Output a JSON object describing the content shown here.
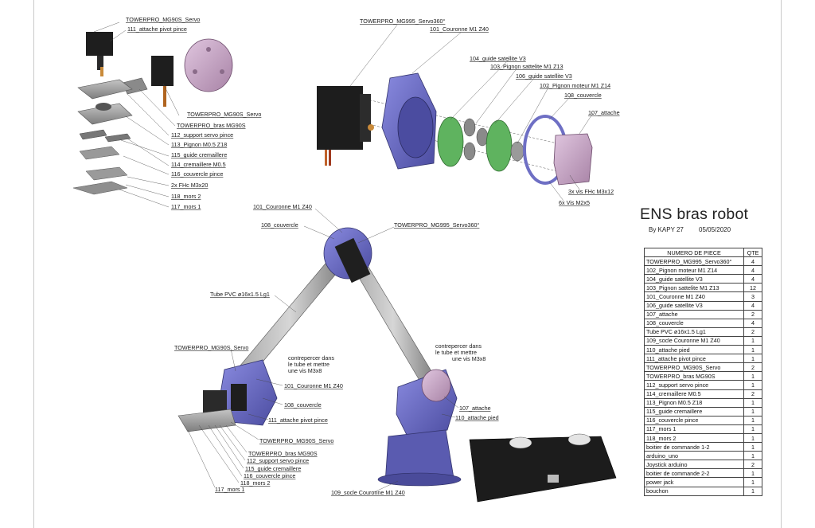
{
  "title": "ENS bras robot",
  "author": "By KAPY 27",
  "date": "05/05/2020",
  "colors": {
    "purple": "#6e6fc4",
    "pink": "#c9a6c8",
    "green": "#5fb35f",
    "black": "#1c1c1c",
    "grey": "#9a9a9a",
    "tube": "#8c8c8c"
  },
  "callouts": {
    "tl_servo": "TOWERPRO_MG90S_Servo",
    "tl_pivot": "111_attache pivot pince",
    "tl_servo2": "TOWERPRO_MG90S_Servo",
    "tl_bras": "TOWERPRO_bras MG90S",
    "tl_support": "112_support servo pince",
    "tl_pignon": "113_Pignon M0.5 Z18",
    "tl_guide": "115_guide cremaillere",
    "tl_crem": "114_cremaillere M0.5",
    "tl_couv": "116_couvercle pince",
    "tl_fhc": "2x FHc M3x20",
    "tl_mors2": "118_mors 2",
    "tl_mors1": "117_mors 1",
    "tr_servo360": "TOWERPRO_MG995_Servo360°",
    "tr_couronne": "101_Couronne M1 Z40",
    "tr_guide": "104_guide satellite V3",
    "tr_pignon_sat": "103_Pignon sattelite M1 Z13",
    "tr_guide2": "106_guide satellite V3",
    "tr_pignon_mot": "102_Pignon moteur M1 Z14",
    "tr_couv": "108_couvercle",
    "tr_attache": "107_attache",
    "tr_vis1": "3x vis FHc M3x12",
    "tr_vis2": "6x Vis M2x5",
    "m_couronne": "101_Couronne M1 Z40",
    "m_couv": "108_couvercle",
    "m_servo360": "TOWERPRO_MG995_Servo360°",
    "m_tube": "Tube PVC ø16x1.5 Lg1",
    "m_servo": "TOWERPRO_MG90S_Servo",
    "m_note1a": "contrepercer dans",
    "m_note1b": "le tube et mettre",
    "m_note1c": "une vis M3x8",
    "m_note2a": "contrepercer dans",
    "m_note2b": "le tube et mettre",
    "m_note2c": "une vis M3x8",
    "m_couronne2": "101_Couronne M1 Z40",
    "m_couv2": "108_couvercle",
    "m_pivot": "111_attache pivot pince",
    "m_servo2": "TOWERPRO_MG90S_Servo",
    "m_bras": "TOWERPRO_bras MG90S",
    "m_support": "112_support servo pince",
    "m_guide": "115_guide cremaillere",
    "m_couvp": "116_couvercle pince",
    "m_mors2": "118_mors 2",
    "m_mors1": "117_mors 1",
    "m_attache": "107_attache",
    "m_attache_pied": "110_attache pied",
    "m_socle": "109_socle Couronne M1 Z40"
  },
  "bom": {
    "header_name": "NUMERO DE PIECE",
    "header_qty": "QTE",
    "rows": [
      [
        "TOWERPRO_MG995_Servo360°",
        "4"
      ],
      [
        "102_Pignon moteur M1 Z14",
        "4"
      ],
      [
        "104_guide satellite V3",
        "4"
      ],
      [
        "103_Pignon sattelite M1 Z13",
        "12"
      ],
      [
        "101_Couronne M1 Z40",
        "3"
      ],
      [
        "106_guide satellite V3",
        "4"
      ],
      [
        "107_attache",
        "2"
      ],
      [
        "108_couvercle",
        "4"
      ],
      [
        "Tube PVC ø16x1.5 Lg1",
        "2"
      ],
      [
        "109_socle Couronne M1 Z40",
        "1"
      ],
      [
        "110_attache pied",
        "1"
      ],
      [
        "111_attache pivot pince",
        "1"
      ],
      [
        "TOWERPRO_MG90S_Servo",
        "2"
      ],
      [
        "TOWERPRO_bras MG90S",
        "1"
      ],
      [
        "112_support servo pince",
        "1"
      ],
      [
        "114_cremaillere M0.5",
        "2"
      ],
      [
        "113_Pignon M0.5 Z18",
        "1"
      ],
      [
        "115_guide cremaillere",
        "1"
      ],
      [
        "116_couvercle pince",
        "1"
      ],
      [
        "117_mors 1",
        "1"
      ],
      [
        "118_mors 2",
        "1"
      ],
      [
        "boitier de commande 1-2",
        "1"
      ],
      [
        "arduino_uno",
        "1"
      ],
      [
        "Joystick arduino",
        "2"
      ],
      [
        "boitier de commande 2-2",
        "1"
      ],
      [
        "power jack",
        "1"
      ],
      [
        "bouchon",
        "1"
      ]
    ]
  }
}
